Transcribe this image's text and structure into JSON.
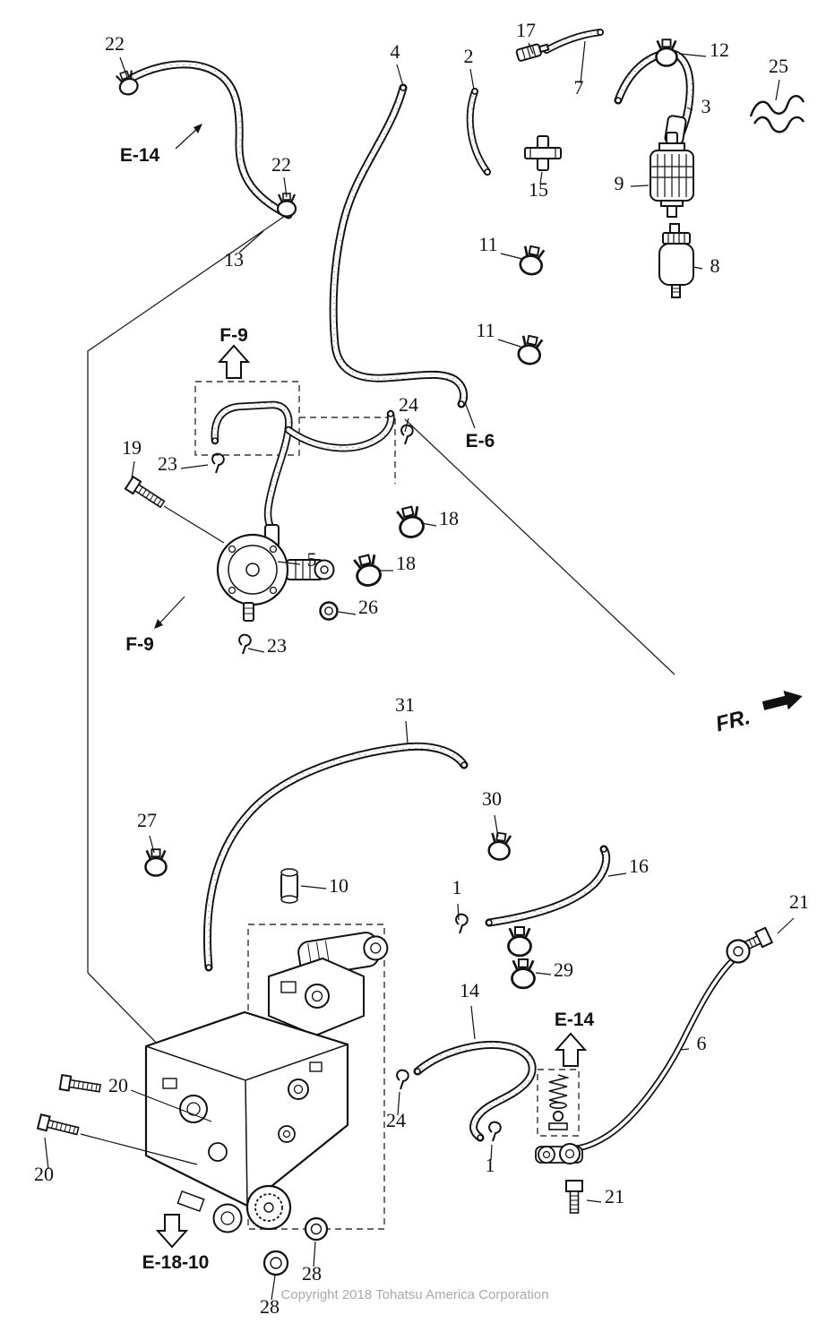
{
  "diagram": {
    "copyright": "Copyright 2018 Tohatsu America Corporation",
    "refs": {
      "e14_top": "E-14",
      "f9_top": "F-9",
      "e6": "E-6",
      "f9_bottom": "F-9",
      "fr": "FR.",
      "e14_bottom": "E-14",
      "e18_10": "E-18-10"
    },
    "callouts": {
      "1": "1",
      "2": "2",
      "3": "3",
      "4": "4",
      "5": "5",
      "6": "6",
      "7": "7",
      "8": "8",
      "9": "9",
      "10": "10",
      "11": "11",
      "12": "12",
      "13": "13",
      "14": "14",
      "15": "15",
      "16": "16",
      "17": "17",
      "18": "18",
      "19": "19",
      "20": "20",
      "21": "21",
      "22": "22",
      "23": "23",
      "24": "24",
      "25": "25",
      "26": "26",
      "27": "27",
      "28": "28",
      "29": "29",
      "30": "30",
      "31": "31"
    }
  }
}
